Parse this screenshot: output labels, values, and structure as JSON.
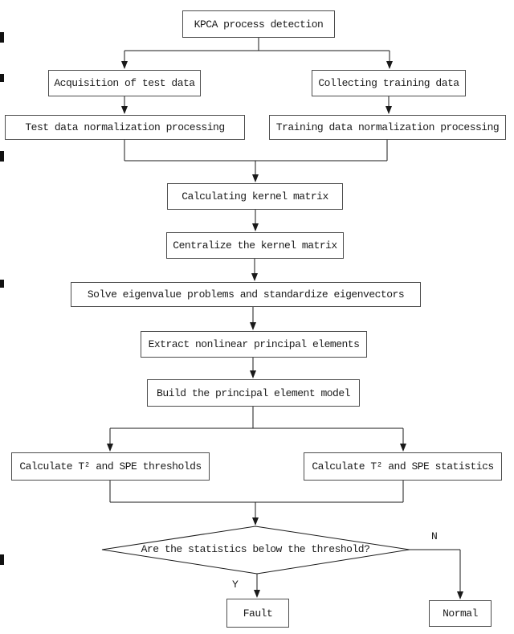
{
  "flowchart": {
    "nodes": {
      "kpca": "KPCA process detection",
      "acquisition": "Acquisition of test data",
      "collecting": "Collecting training data",
      "test_normalization": "Test data normalization processing",
      "training_normalization": "Training data normalization processing",
      "calc_kernel": "Calculating kernel matrix",
      "centralize_kernel": "Centralize the kernel matrix",
      "solve_eigen": "Solve eigenvalue problems and standardize eigenvectors",
      "extract_principal": "Extract nonlinear principal elements",
      "build_model": "Build the principal element model",
      "calc_thresholds": "Calculate T² and SPE thresholds",
      "calc_statistics": "Calculate T² and SPE statistics",
      "decision": "Are the statistics below the threshold?",
      "fault": "Fault",
      "normal": "Normal"
    },
    "branch_labels": {
      "yes": "Y",
      "no": "N"
    },
    "colors": {
      "background": "#ffffff",
      "line": "#1a1a1a",
      "box_border": "#4d4d4d",
      "box_fill": "#ffffff",
      "text": "#1a1a1a"
    }
  }
}
